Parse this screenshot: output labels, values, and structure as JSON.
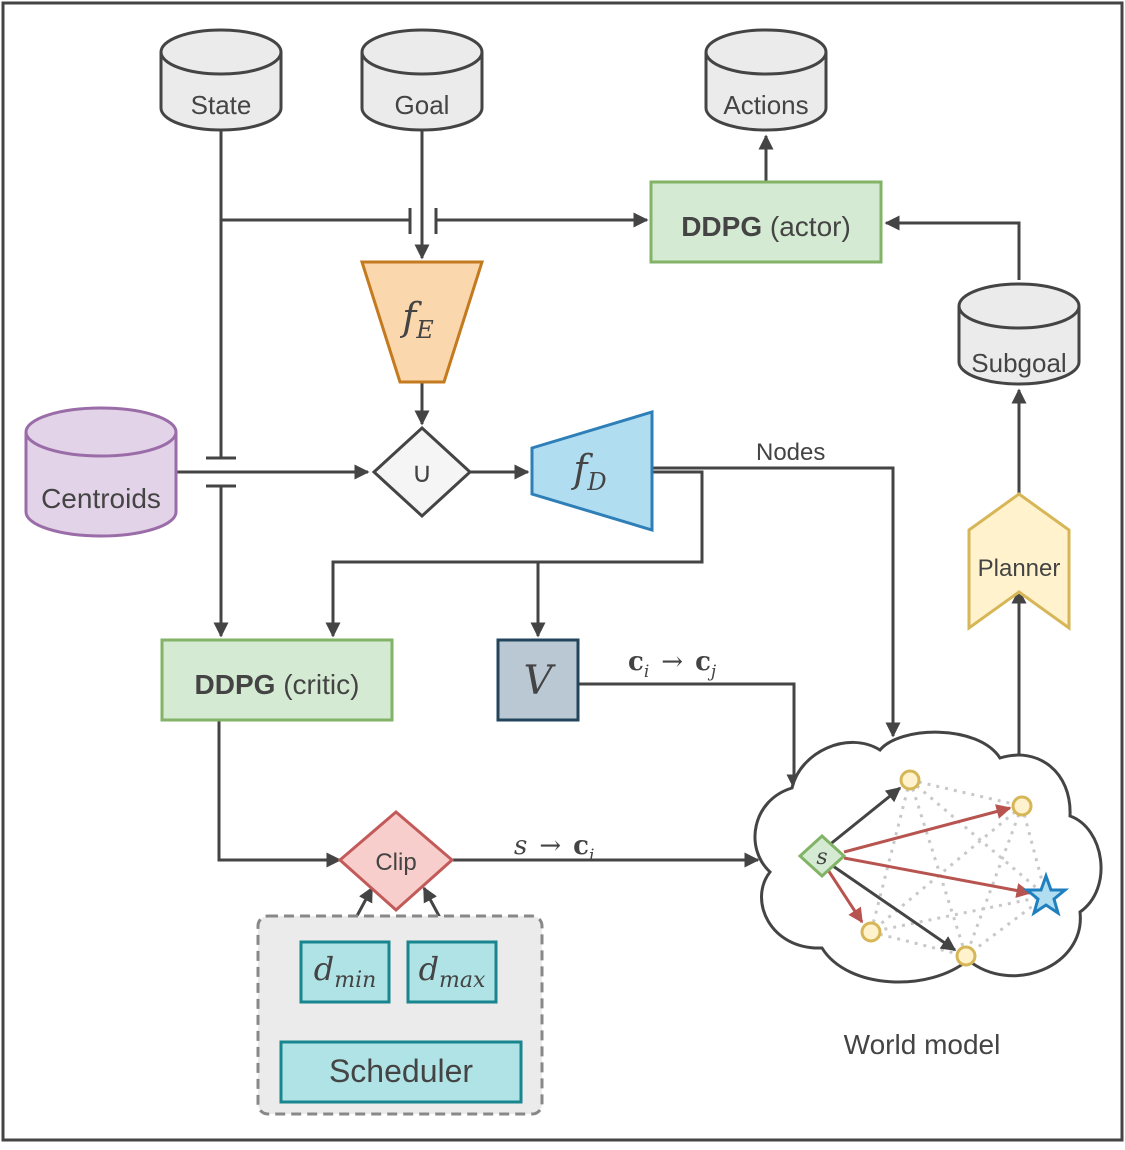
{
  "nodes": {
    "state": "State",
    "goal": "Goal",
    "actions": "Actions",
    "subgoal": "Subgoal",
    "centroids": "Centroids",
    "ddpg_actor_bold": "DDPG",
    "ddpg_actor_rest": " (actor)",
    "ddpg_critic_bold": "DDPG",
    "ddpg_critic_rest": " (critic)",
    "encoder_base": "f",
    "encoder_sub": "E",
    "decoder_base": "f",
    "decoder_sub": "D",
    "union": "∪",
    "value": "V",
    "planner": "Planner",
    "clip": "Clip",
    "dmin_base": "d",
    "dmin_sub": "min",
    "dmax_base": "d",
    "dmax_sub": "max",
    "scheduler": "Scheduler",
    "world_model": "World model",
    "graph_state": "s"
  },
  "edges": {
    "nodes": "Nodes",
    "ci_cj": {
      "c1": "c",
      "i": "i",
      "arrow": "→",
      "c2": "c",
      "j": "j"
    },
    "s_ci": {
      "s": "s",
      "arrow": "→",
      "c": "c",
      "i": "i"
    }
  },
  "colors": {
    "line": "#444444",
    "db_fill": "#ebebeb",
    "centroids_fill": "#e3d3e8",
    "centroids_stroke": "#9a6da8",
    "ddpg_fill": "#d5ead3",
    "ddpg_stroke": "#82b366",
    "encoder_fill": "#fad7ac",
    "encoder_stroke": "#c47a1f",
    "decoder_fill": "#b1ddf0",
    "decoder_stroke": "#2e7fb8",
    "value_fill": "#bac8d3",
    "value_stroke": "#23445d",
    "planner_fill": "#fff2cc",
    "planner_stroke": "#d6b656",
    "clip_fill": "#f8cecc",
    "clip_stroke": "#c35a5a",
    "teal_fill": "#b0e3e6",
    "teal_stroke": "#17868e",
    "graph_red": "#b85450",
    "graph_node": "#d6b656",
    "star": "#1f7fbf"
  }
}
